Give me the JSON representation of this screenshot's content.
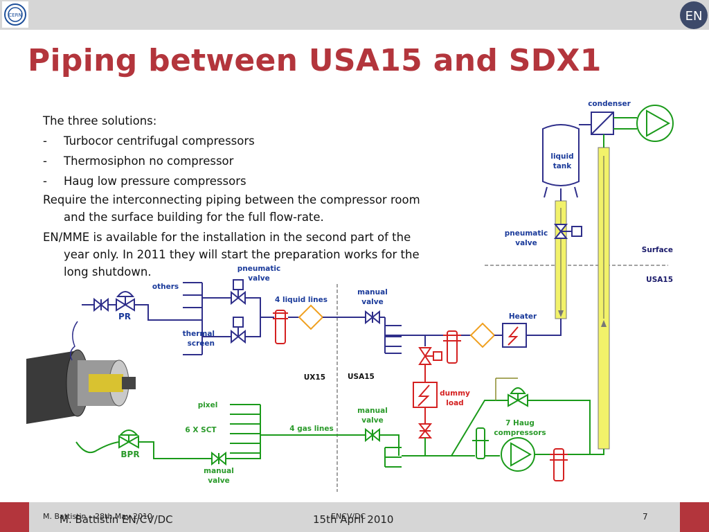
{
  "slide": {
    "title": "Piping between USA15 and SDX1",
    "page_number": "7"
  },
  "body": {
    "intro": "The three solutions:",
    "bullets": [
      "Turbocor centrifugal compressors",
      "Thermosiphon no compressor",
      "Haug low pressure compressors"
    ],
    "para1_line1": "Require the interconnecting piping between the compressor room",
    "para1_line2": "and the surface building for the full flow-rate.",
    "para2_line1": "EN/MME is available for the installation in the second part of the",
    "para2_line2": "year only. In 2011 they will start the preparation works for the",
    "para2_line3": "long shutdown."
  },
  "diagram": {
    "labels": {
      "condenser": "condenser",
      "liquid_tank_1": "liquid",
      "liquid_tank_2": "tank",
      "pneumatic_valve_top_1": "pneumatic",
      "pneumatic_valve_top_2": "valve",
      "surface": "Surface",
      "usa15_right": "USA15",
      "pneumatic_valve_left_1": "pneumatic",
      "pneumatic_valve_left_2": "valve",
      "others": "others",
      "liquid_lines": "4 liquid lines",
      "manual_valve_top_1": "manual",
      "manual_valve_top_2": "valve",
      "heater": "Heater",
      "pr": "PR",
      "thermal_1": "thermal",
      "thermal_2": "screen",
      "ux15": "UX15",
      "usa15_mid": "USA15",
      "dummy_1": "dummy",
      "dummy_2": "load",
      "pixel": "pixel",
      "manual_valve_gas_1": "manual",
      "manual_valve_gas_2": "valve",
      "haug_1": "7 Haug",
      "haug_2": "compressors",
      "sct": "6 X SCT",
      "gas_lines": "4 gas lines",
      "bpr": "BPR",
      "manual_valve_bottom_1": "manual",
      "manual_valve_bottom_2": "valve"
    },
    "colors": {
      "liquid_line": "#2e2e8a",
      "gas_line": "#1a9a1a",
      "red_component": "#d42020",
      "label_blue": "#1a3a9a",
      "label_green": "#2a9a2a",
      "label_red": "#d42020",
      "riser_fill": "#f2f26a"
    }
  },
  "footer": {
    "author_layer_a": "M. Battistin – 28th May 2010",
    "event_layer_a": "ENCV/DC",
    "author_layer_b": "M. Battistin  EN/CV/DC",
    "date_layer_b": "15th April 2010"
  }
}
